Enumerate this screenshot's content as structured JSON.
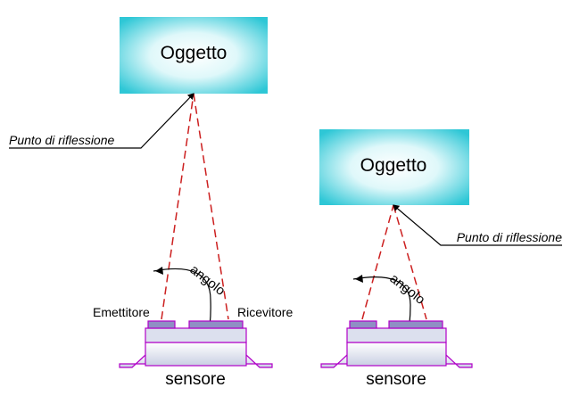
{
  "diagrams": [
    {
      "object_label": "Oggetto",
      "reflection_label": "Punto di riflessione",
      "angle_label": "angolo",
      "emitter_label": "Emettitore",
      "receiver_label": "Ricevitore",
      "sensor_label": "sensore"
    },
    {
      "object_label": "Oggetto",
      "reflection_label": "Punto di riflessione",
      "angle_label": "angolo",
      "sensor_label": "sensore"
    }
  ],
  "colors": {
    "object_edge": "#2ec7d6",
    "object_center": "#ffffff",
    "beam": "#cc1f1f",
    "sensor_outline": "#b000c8",
    "sensor_fill": "#dce0ee",
    "emitter_pad": "#8f8fc4",
    "leader": "#000000"
  }
}
